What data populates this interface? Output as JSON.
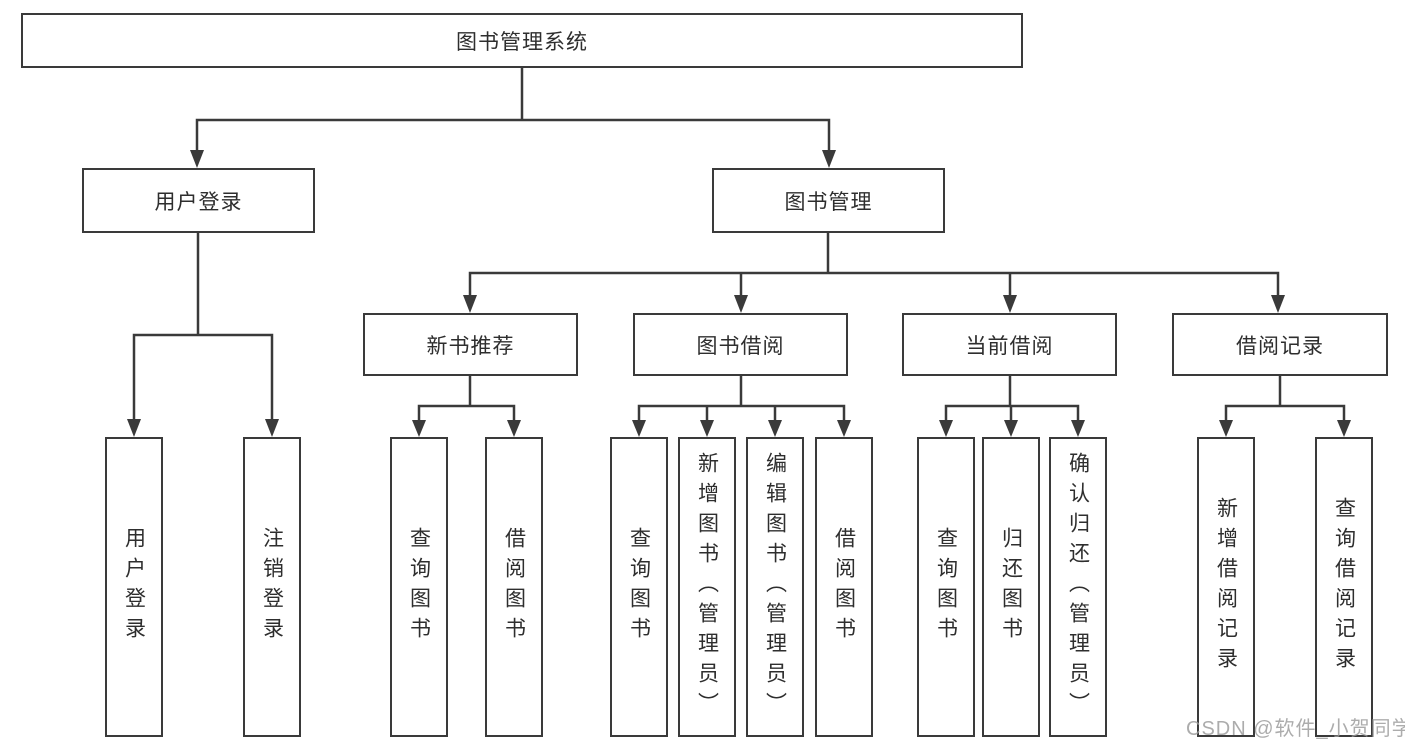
{
  "colors": {
    "line": "#3a3a3a",
    "box_border": "#3a3a3a",
    "text": "#2e2e2e",
    "watermark": "#9b9b9b",
    "background": "#ffffff"
  },
  "tree": {
    "root": {
      "label": "图书管理系统"
    },
    "children": [
      {
        "label": "用户登录",
        "leaves": [
          {
            "label": "用户登录"
          },
          {
            "label": "注销登录"
          }
        ]
      },
      {
        "label": "图书管理",
        "children": [
          {
            "label": "新书推荐",
            "leaves": [
              {
                "label": "查询图书"
              },
              {
                "label": "借阅图书"
              }
            ]
          },
          {
            "label": "图书借阅",
            "leaves": [
              {
                "label": "查询图书"
              },
              {
                "label": "新增图书（管理员）"
              },
              {
                "label": "编辑图书（管理员）"
              },
              {
                "label": "借阅图书"
              }
            ]
          },
          {
            "label": "当前借阅",
            "leaves": [
              {
                "label": "查询图书"
              },
              {
                "label": "归还图书"
              },
              {
                "label": "确认归还（管理员）"
              }
            ]
          },
          {
            "label": "借阅记录",
            "leaves": [
              {
                "label": "新增借阅记录"
              },
              {
                "label": "查询借阅记录"
              }
            ]
          }
        ]
      }
    ]
  },
  "watermark": {
    "text": "CSDN @软件_小贺同学"
  }
}
